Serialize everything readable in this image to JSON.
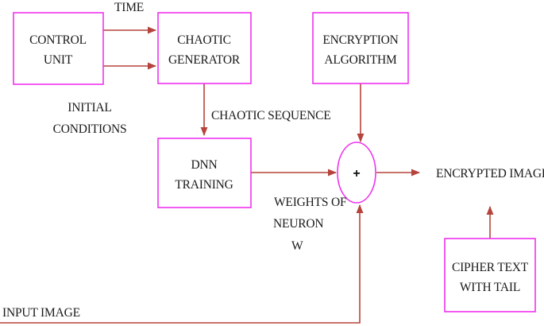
{
  "blocks": {
    "control_unit": [
      "CONTROL",
      "UNIT"
    ],
    "chaotic_generator": [
      "CHAOTIC",
      "GENERATOR"
    ],
    "encryption_algorithm": [
      "ENCRYPTION",
      "ALGORITHM"
    ],
    "dnn_training": [
      "DNN",
      "TRAINING"
    ],
    "cipher_text": [
      "CIPHER TEXT",
      "WITH TAIL"
    ]
  },
  "adder_symbol": "+",
  "labels": {
    "time": "TIME",
    "initial_conditions": [
      "INITIAL",
      "CONDITIONS"
    ],
    "chaotic_sequence": "CHAOTIC SEQUENCE",
    "weights": [
      "WEIGHTS OF",
      "NEURON",
      "W"
    ],
    "encrypted_image": "ENCRYPTED IMAGE",
    "input_image": "INPUT IMAGE"
  },
  "colors": {
    "block_border": "#ee33ee",
    "arrow": "#b5443c",
    "text": "#1a1a1a"
  }
}
